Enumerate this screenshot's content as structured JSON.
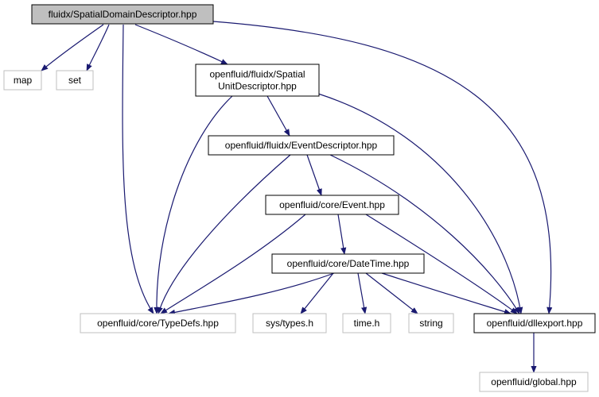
{
  "colors": {
    "edge": "#191970",
    "root_fill": "#bfbfbf",
    "internal_border": "#000000",
    "external_border": "#bfbfbf",
    "external_text": "#000000"
  },
  "nodes": [
    {
      "id": "root",
      "lines": [
        "fluidx/SpatialDomainDescriptor.hpp"
      ],
      "kind": "root"
    },
    {
      "id": "map",
      "lines": [
        "map"
      ],
      "kind": "external"
    },
    {
      "id": "set",
      "lines": [
        "set"
      ],
      "kind": "external"
    },
    {
      "id": "sud",
      "lines": [
        "openfluid/fluidx/Spatial",
        "UnitDescriptor.hpp"
      ],
      "kind": "internal"
    },
    {
      "id": "evd",
      "lines": [
        "openfluid/fluidx/EventDescriptor.hpp"
      ],
      "kind": "internal"
    },
    {
      "id": "event",
      "lines": [
        "openfluid/core/Event.hpp"
      ],
      "kind": "internal"
    },
    {
      "id": "datetime",
      "lines": [
        "openfluid/core/DateTime.hpp"
      ],
      "kind": "internal"
    },
    {
      "id": "typedefs",
      "lines": [
        "openfluid/core/TypeDefs.hpp"
      ],
      "kind": "external"
    },
    {
      "id": "systypes",
      "lines": [
        "sys/types.h"
      ],
      "kind": "external"
    },
    {
      "id": "timeh",
      "lines": [
        "time.h"
      ],
      "kind": "external"
    },
    {
      "id": "string",
      "lines": [
        "string"
      ],
      "kind": "external"
    },
    {
      "id": "dllexport",
      "lines": [
        "openfluid/dllexport.hpp"
      ],
      "kind": "internal"
    },
    {
      "id": "global",
      "lines": [
        "openfluid/global.hpp"
      ],
      "kind": "external"
    }
  ],
  "edges": [
    {
      "from": "root",
      "to": "map"
    },
    {
      "from": "root",
      "to": "set"
    },
    {
      "from": "root",
      "to": "sud"
    },
    {
      "from": "root",
      "to": "typedefs"
    },
    {
      "from": "root",
      "to": "dllexport"
    },
    {
      "from": "sud",
      "to": "evd"
    },
    {
      "from": "sud",
      "to": "typedefs"
    },
    {
      "from": "sud",
      "to": "dllexport"
    },
    {
      "from": "evd",
      "to": "event"
    },
    {
      "from": "evd",
      "to": "typedefs"
    },
    {
      "from": "evd",
      "to": "dllexport"
    },
    {
      "from": "event",
      "to": "datetime"
    },
    {
      "from": "event",
      "to": "typedefs"
    },
    {
      "from": "event",
      "to": "dllexport"
    },
    {
      "from": "datetime",
      "to": "typedefs"
    },
    {
      "from": "datetime",
      "to": "systypes"
    },
    {
      "from": "datetime",
      "to": "timeh"
    },
    {
      "from": "datetime",
      "to": "string"
    },
    {
      "from": "datetime",
      "to": "dllexport"
    },
    {
      "from": "dllexport",
      "to": "global"
    }
  ]
}
